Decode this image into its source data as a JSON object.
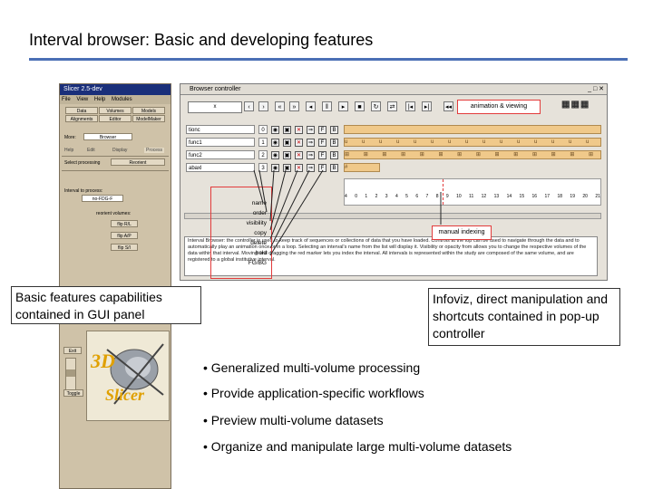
{
  "slide": {
    "title": "Interval browser: Basic and developing features"
  },
  "slicer": {
    "window_title": "Slicer 2.5-dev",
    "menu": [
      "File",
      "View",
      "Help",
      "Modules"
    ],
    "module_buttons": [
      "Data",
      "Volumes",
      "Models",
      "Alignments",
      "Editor",
      "ModelMaker"
    ],
    "more_label": "More:",
    "more_value": "Browser",
    "tabs": [
      "Help",
      "Edit",
      "Display",
      "Process"
    ],
    "select_processing_label": "Select processing",
    "select_processing_value": "Reorient",
    "interval_label": "Interval to process:",
    "interval_value": "no-FDG-F",
    "reorient_label": "reorient volumes:",
    "flip_buttons": [
      "flip R/L",
      "flip A/P",
      "flip S/I"
    ],
    "exit_label": "Exit",
    "toggle_label": "Toggle",
    "logo_text": [
      "3D",
      "Slicer"
    ]
  },
  "controller": {
    "window_title": "Browser controller",
    "zoom_value": "x",
    "rows": [
      {
        "name": "tionc",
        "num": "0",
        "glyphs": ""
      },
      {
        "name": "func1",
        "num": "1",
        "glyphs": "u u u u u u u u u u u u u u u u u u u u"
      },
      {
        "name": "func2",
        "num": "2",
        "glyphs": "⊞ ⊞ ⊞ ⊞ ⊞ ⊞ ⊞ ⊞ ⊞ ⊞ ⊞ ⊞ ⊞ ⊞ ⊞ ⊞ ⊞ ⊞ ⊞ ⊞"
      },
      {
        "name": "abaxl",
        "num": "3",
        "glyphs": "#"
      }
    ],
    "row_icons": [
      "eye",
      "x",
      "arrow",
      "FS",
      "BG"
    ],
    "ruler_ticks": [
      "4",
      "0",
      "1",
      "2",
      "3",
      "4",
      "5",
      "6",
      "7",
      "8",
      "9",
      "10",
      "11",
      "12",
      "13",
      "14",
      "15",
      "16",
      "17",
      "18",
      "19",
      "20",
      "21"
    ],
    "description": "Interval Browser: the controller is used to keep track of sequences or collections of data that you have loaded. Controls at the top can be used to navigate through the data and to automatically play an animation once or in a loop. Selecting an interval's name from the list will display it. Visibility or opacity from allows you to change the respective volumes of the data within that interval. Moving and dragging the red marker lets you index the interval. All intervals is represented within the study are composed of the same volume, and are registered to a global institutive interval."
  },
  "annotations": {
    "animation": "animation & viewing",
    "manual": "manual indexing",
    "labels": [
      "name",
      "order",
      "visibility",
      "copy",
      "delete",
      "hold",
      "FG/BG"
    ]
  },
  "callouts": {
    "left": "Basic features capabilities contained in GUI panel",
    "right": "Infoviz, direct manipulation and shortcuts contained in pop-up controller"
  },
  "bullets": [
    "• Generalized multi-volume processing",
    "• Provide application-specific workflows",
    "• Preview multi-volume datasets",
    "• Organize and manipulate large multi-volume datasets"
  ]
}
